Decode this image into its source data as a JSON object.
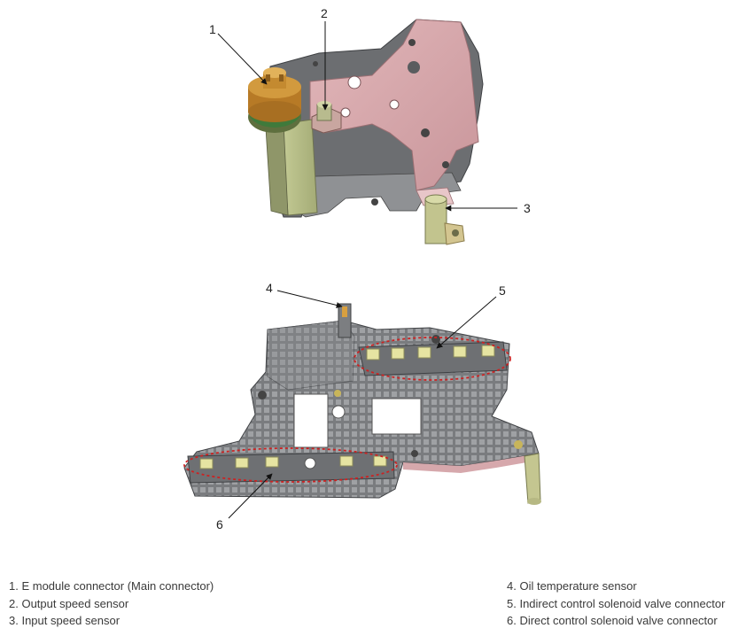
{
  "callouts": [
    "1",
    "2",
    "3",
    "4",
    "5",
    "6"
  ],
  "legend": {
    "left": [
      "1. E module connector (Main connector)",
      "2. Output speed sensor",
      "3. Input speed sensor"
    ],
    "right": [
      "4. Oil temperature sensor",
      "5. Indirect control solenoid valve connector",
      "6. Direct control solenoid valve connector"
    ]
  },
  "colors": {
    "plate_pink": "#d9a9ad",
    "bracket_green": "#b9c08a",
    "connector_orange": "#c8892c",
    "body_gray": "#8c8e90",
    "body_dark": "#5e6063",
    "highlight_red": "#cc2222",
    "connector_yellow": "#e6e4a2"
  }
}
